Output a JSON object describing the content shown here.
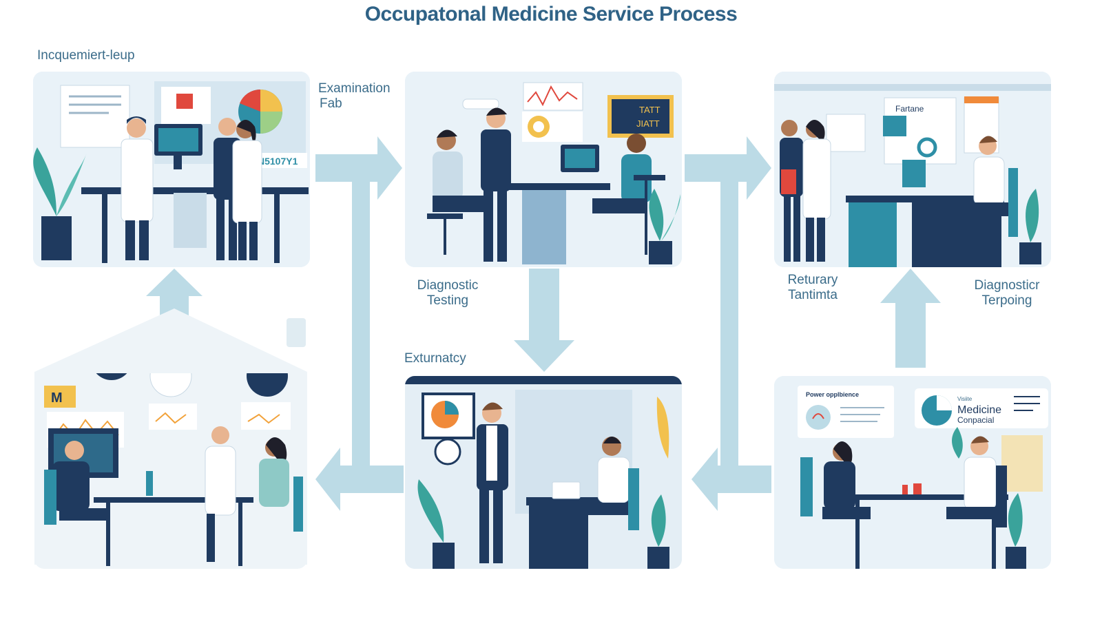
{
  "title": "Occupatonal Medicine Service Process",
  "labels": {
    "top_left": "Incquemiert-leup",
    "examination": [
      "Examination",
      "Fab"
    ],
    "diagnostic_testing": [
      "Diagnostic",
      "Testing"
    ],
    "exturnatcy": "Exturnatcy",
    "returary": [
      "Returary",
      "Tantimta"
    ],
    "diagnostic_terpoing": [
      "Diagnosticr",
      "Terpoing"
    ]
  },
  "panel_text": {
    "p1_sign": "N5107Y1",
    "p2_board": [
      "TATT",
      "JIATT"
    ],
    "p3_card": "Fartane",
    "p4_badge": "M",
    "p6_card": "Power opplbience",
    "p6_chart_small": "Visiite",
    "p6_chart_title": "Medicine",
    "p6_chart_sub": "Conpacial"
  },
  "colors": {
    "primary": "#2f6286",
    "connector": "#bcdbe6",
    "panel_bg": "#e8f1f7",
    "navy": "#1f3a5f",
    "teal": "#2e8fa6"
  }
}
